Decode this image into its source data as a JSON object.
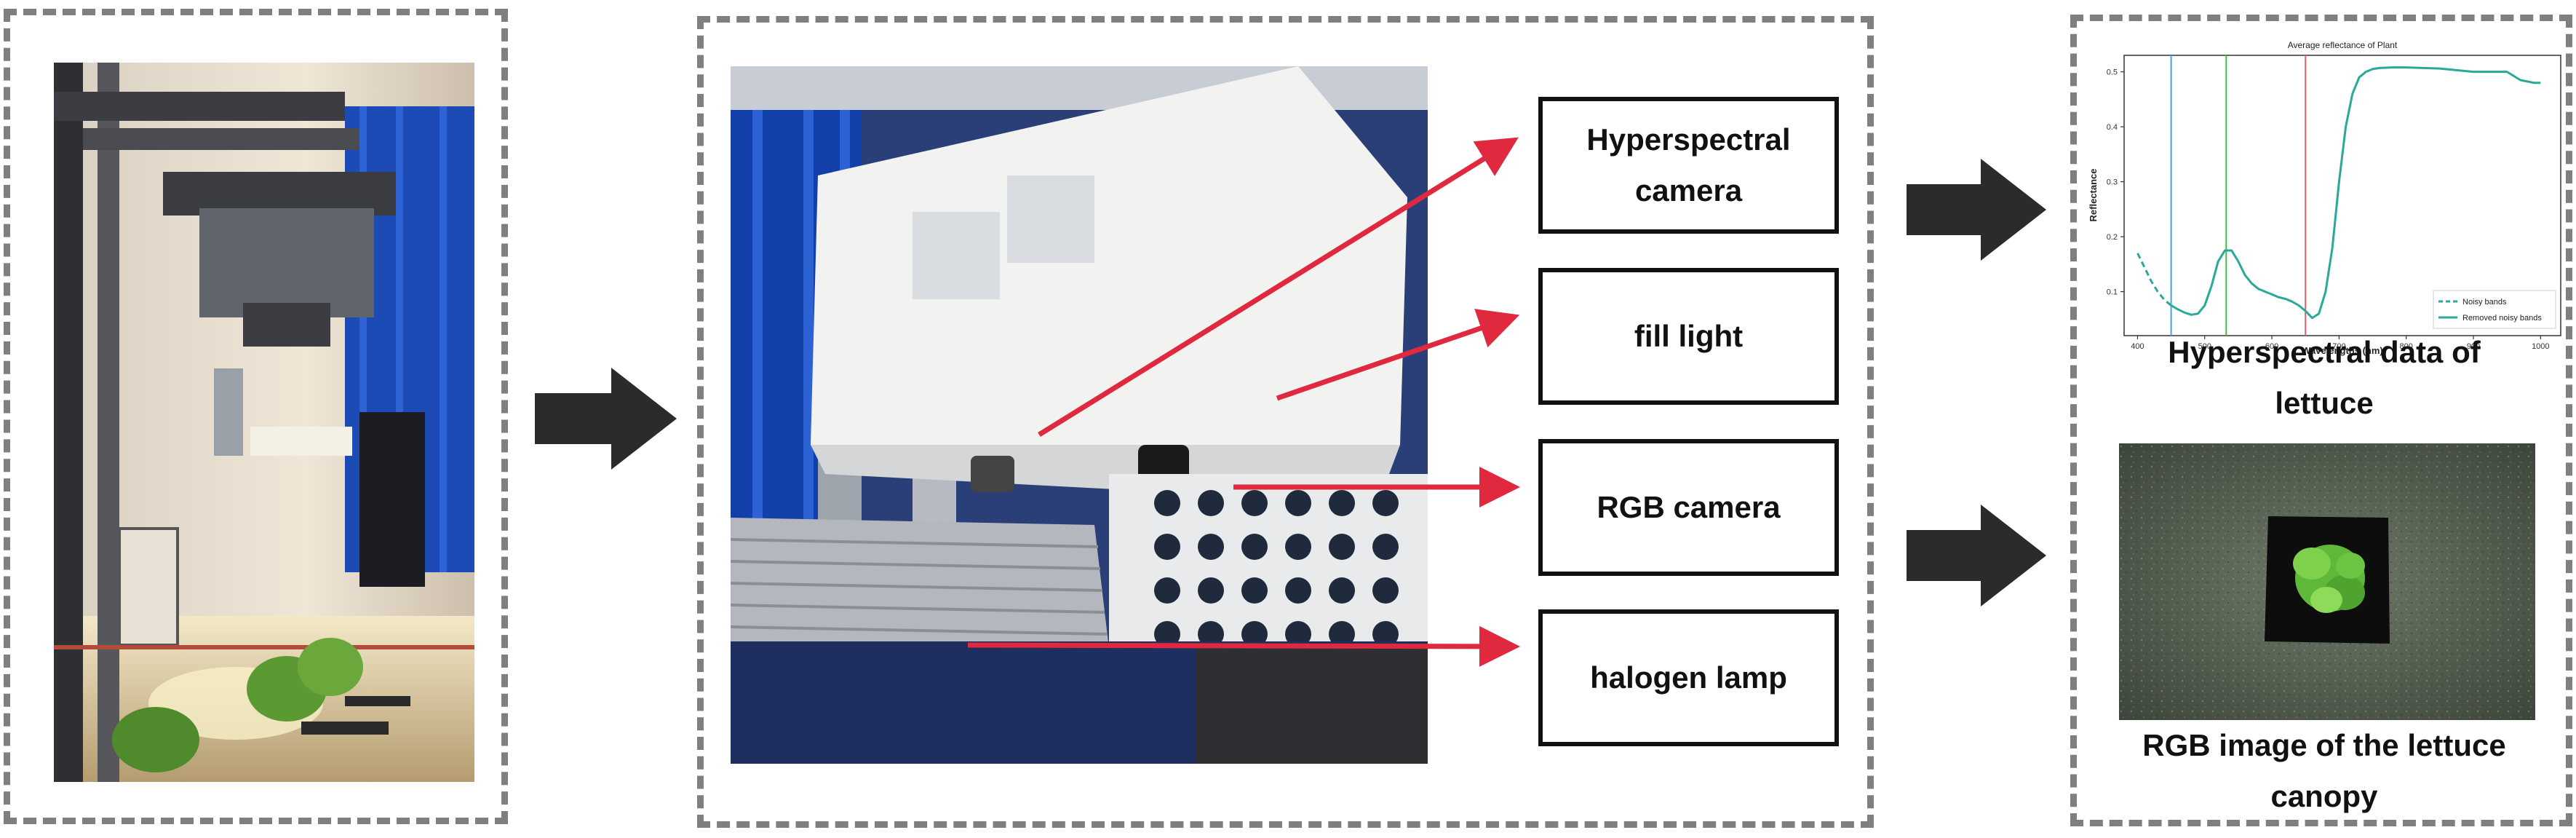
{
  "figure": {
    "labels": {
      "hyperspectral_camera": "Hyperspectral camera",
      "fill_light": "fill light",
      "rgb_camera": "RGB camera",
      "halogen_lamp": "halogen lamp"
    },
    "captions": {
      "hyperspectral": "Hyperspectral data of lettuce",
      "rgb": "RGB image of the lettuce canopy"
    },
    "colors": {
      "arrow_red": "#e0293e",
      "block_arrow": "#2b2b2b",
      "dashed_border": "#7f7f7f"
    }
  },
  "chart_data": {
    "type": "line",
    "title": "Average reflectance of Plant",
    "xlabel": "Wavelengths (nm)",
    "ylabel": "Reflectance",
    "xlim": [
      380,
      1030
    ],
    "ylim": [
      0.02,
      0.53
    ],
    "xticks": [
      400,
      500,
      600,
      700,
      800,
      900,
      1000
    ],
    "yticks": [
      0.1,
      0.2,
      0.3,
      0.4,
      0.5
    ],
    "vlines": [
      {
        "x": 450,
        "color": "#4aa3df"
      },
      {
        "x": 532,
        "color": "#3fbf3f"
      },
      {
        "x": 650,
        "color": "#e06070"
      }
    ],
    "legend_position": "bottom-right",
    "series": [
      {
        "name": "Noisy bands",
        "style": "dashed",
        "color": "#2aa89a",
        "x": [
          400,
          410,
          420,
          430,
          440,
          450
        ],
        "y": [
          0.17,
          0.145,
          0.12,
          0.1,
          0.085,
          0.075
        ]
      },
      {
        "name": "Removed noisy bands",
        "style": "solid",
        "color": "#2aa89a",
        "x": [
          450,
          460,
          470,
          480,
          490,
          500,
          510,
          520,
          530,
          540,
          550,
          560,
          570,
          580,
          590,
          600,
          610,
          620,
          630,
          640,
          650,
          660,
          670,
          680,
          690,
          700,
          710,
          720,
          730,
          740,
          750,
          760,
          780,
          800,
          850,
          900,
          950,
          970,
          990,
          1000
        ],
        "y": [
          0.075,
          0.068,
          0.062,
          0.058,
          0.06,
          0.075,
          0.11,
          0.155,
          0.175,
          0.175,
          0.155,
          0.13,
          0.115,
          0.105,
          0.1,
          0.095,
          0.09,
          0.087,
          0.082,
          0.075,
          0.065,
          0.052,
          0.06,
          0.1,
          0.18,
          0.3,
          0.4,
          0.46,
          0.49,
          0.5,
          0.505,
          0.507,
          0.508,
          0.508,
          0.506,
          0.5,
          0.5,
          0.485,
          0.48,
          0.48
        ]
      }
    ]
  }
}
